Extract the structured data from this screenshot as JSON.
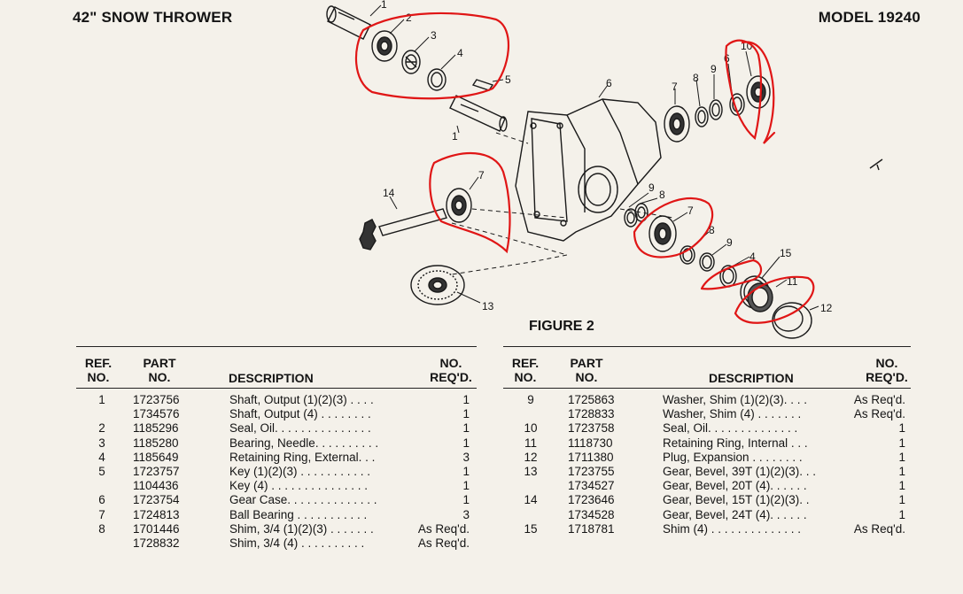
{
  "header": {
    "title": "42\" SNOW THROWER",
    "model": "MODEL 19240"
  },
  "figure": {
    "caption": "FIGURE 2",
    "callouts": {
      "c1a": "1",
      "c2": "2",
      "c3": "3",
      "c4a": "4",
      "c5": "5",
      "c1b": "1",
      "c6": "6",
      "c7a": "7",
      "c8a": "8",
      "c9a": "9",
      "c6b": "6",
      "c10": "10",
      "c14": "14",
      "c7b": "7",
      "c9b": "9",
      "c8b": "8",
      "c7c": "7",
      "c8c": "8",
      "c9c": "9",
      "c4b": "4",
      "c15": "15",
      "c11": "11",
      "c12": "12",
      "c13": "13"
    }
  },
  "table_headers": {
    "ref": [
      "REF.",
      "NO."
    ],
    "part": [
      "PART",
      "NO."
    ],
    "desc": "DESCRIPTION",
    "qty": [
      "NO.",
      "REQ'D."
    ]
  },
  "table_left": [
    {
      "ref": "1",
      "part": "1723756",
      "desc": "Shaft, Output (1)(2)(3) . . . .",
      "qty": "1"
    },
    {
      "ref": "",
      "part": "1734576",
      "desc": "Shaft, Output (4) . . . . . . . .",
      "qty": "1"
    },
    {
      "ref": "2",
      "part": "1185296",
      "desc": "Seal, Oil. . . . . . . . . . . . . . .",
      "qty": "1"
    },
    {
      "ref": "3",
      "part": "1185280",
      "desc": "Bearing, Needle. . . . . . . . . .",
      "qty": "1"
    },
    {
      "ref": "4",
      "part": "1185649",
      "desc": "Retaining Ring, External. . .",
      "qty": "3"
    },
    {
      "ref": "5",
      "part": "1723757",
      "desc": "Key (1)(2)(3) . . . . . . . . . . .",
      "qty": "1"
    },
    {
      "ref": "",
      "part": "1104436",
      "desc": "Key (4) . . . . . . . . . . . . . . .",
      "qty": "1"
    },
    {
      "ref": "6",
      "part": "1723754",
      "desc": "Gear Case. . . . . . . . . . . . . .",
      "qty": "1"
    },
    {
      "ref": "7",
      "part": "1724813",
      "desc": "Ball Bearing . . . . . . . . . . .",
      "qty": "3"
    },
    {
      "ref": "8",
      "part": "1701446",
      "desc": "Shim, 3/4 (1)(2)(3) . . . . . . .",
      "qty": "As Req'd."
    },
    {
      "ref": "",
      "part": "1728832",
      "desc": "Shim, 3/4 (4) . . . . . . . . . .",
      "qty": "As Req'd."
    }
  ],
  "table_right": [
    {
      "ref": "9",
      "part": "1725863",
      "desc": "Washer, Shim (1)(2)(3). . . .",
      "qty": "As Req'd."
    },
    {
      "ref": "",
      "part": "1728833",
      "desc": "Washer, Shim (4) . . . . . . .",
      "qty": "As Req'd."
    },
    {
      "ref": "10",
      "part": "1723758",
      "desc": "Seal, Oil. . . . . . . . . . . . . .",
      "qty": "1"
    },
    {
      "ref": "11",
      "part": "1118730",
      "desc": "Retaining Ring, Internal . . .",
      "qty": "1"
    },
    {
      "ref": "12",
      "part": "1711380",
      "desc": "Plug, Expansion . . . . . . . .",
      "qty": "1"
    },
    {
      "ref": "13",
      "part": "1723755",
      "desc": "Gear, Bevel, 39T (1)(2)(3). . .",
      "qty": "1"
    },
    {
      "ref": "",
      "part": "1734527",
      "desc": "Gear, Bevel, 20T (4). . . . . .",
      "qty": "1"
    },
    {
      "ref": "14",
      "part": "1723646",
      "desc": "Gear, Bevel, 15T (1)(2)(3). .",
      "qty": "1"
    },
    {
      "ref": "",
      "part": "1734528",
      "desc": "Gear, Bevel, 24T (4). . . . . .",
      "qty": "1"
    },
    {
      "ref": "15",
      "part": "1718781",
      "desc": "Shim (4) . . . . . . . . . . . . . .",
      "qty": "As Req'd."
    }
  ],
  "colors": {
    "ink": "#141414",
    "paper": "#f4f1ea",
    "markup": "#e01616"
  }
}
